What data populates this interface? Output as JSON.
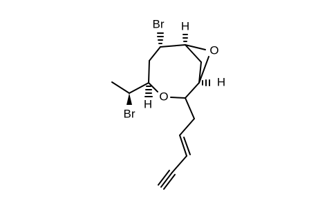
{
  "molecule": {
    "atoms": {
      "br_top": "Br",
      "o_bridge": "O",
      "h_top": "H",
      "h_right": "H",
      "o_ring": "O",
      "h_left": "H",
      "br_side": "Br"
    }
  },
  "colors": {
    "bond": "#000000",
    "background": "#ffffff"
  }
}
